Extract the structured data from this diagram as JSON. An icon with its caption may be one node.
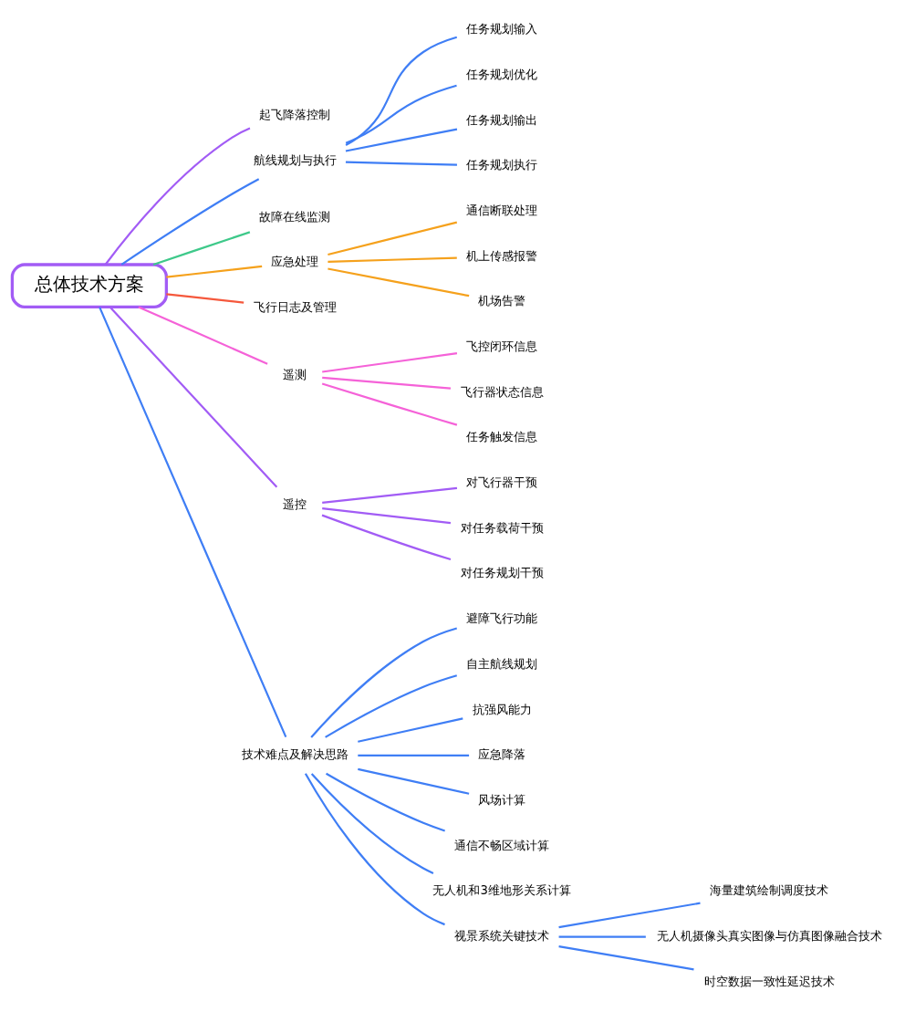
{
  "diagram": {
    "nodes": [
      {
        "text": [
          "总体技术方案"
        ]
      },
      {
        "text": [
          "起飞降落控制"
        ]
      },
      {
        "text": [
          "航线规划与执行"
        ]
      },
      {
        "text": [
          "任务规划输入"
        ]
      },
      {
        "text": [
          "任务规划优化"
        ]
      },
      {
        "text": [
          "任务规划输出"
        ]
      },
      {
        "text": [
          "任务规划执行"
        ]
      },
      {
        "text": [
          "故障在线监测"
        ]
      },
      {
        "text": [
          "应急处理"
        ]
      },
      {
        "text": [
          "通信断联处理"
        ]
      },
      {
        "text": [
          "机上传感报警"
        ]
      },
      {
        "text": [
          "机场告警"
        ]
      },
      {
        "text": [
          "飞行日志及管理"
        ]
      },
      {
        "text": [
          "遥测"
        ]
      },
      {
        "text": [
          "飞控闭环信息"
        ]
      },
      {
        "text": [
          "飞行器状态信息"
        ]
      },
      {
        "text": [
          "任务触发信息"
        ]
      },
      {
        "text": [
          "遥控"
        ]
      },
      {
        "text": [
          "对飞行器干预"
        ]
      },
      {
        "text": [
          "对任务载荷干预"
        ]
      },
      {
        "text": [
          "对任务规划干预"
        ]
      },
      {
        "text": [
          "技术难点及解决思路"
        ]
      },
      {
        "text": [
          "避障飞行功能"
        ]
      },
      {
        "text": [
          "自主航线规划"
        ]
      },
      {
        "text": [
          "抗强风能力"
        ]
      },
      {
        "text": [
          "应急降落"
        ]
      },
      {
        "text": [
          "风场计算"
        ]
      },
      {
        "text": [
          "通信不畅区域计算"
        ]
      },
      {
        "text": [
          "无人机和3维地形关系计算"
        ]
      },
      {
        "text": [
          "视景系统关键技术"
        ]
      },
      {
        "text": [
          "海量建筑绘制调度技术"
        ]
      },
      {
        "text": [
          "无人机摄像头真实图像与仿真图像融合技术"
        ]
      },
      {
        "text": [
          "时空数据一致性延迟技术"
        ]
      }
    ],
    "edges": [
      {
        "from": 0,
        "to": 1,
        "arrow": "none",
        "color": "#a25cf5"
      },
      {
        "from": 0,
        "to": 2,
        "arrow": "none"
      },
      {
        "from": 2,
        "to": 3,
        "arrow": "none"
      },
      {
        "from": 2,
        "to": 4,
        "arrow": "none"
      },
      {
        "from": 2,
        "to": 5,
        "arrow": "none"
      },
      {
        "from": 2,
        "to": 6,
        "arrow": "none"
      },
      {
        "from": 0,
        "to": 7,
        "arrow": "none",
        "color": "#3ec98a"
      },
      {
        "from": 0,
        "to": 8,
        "arrow": "none",
        "color": "#f5a11c"
      },
      {
        "from": 8,
        "to": 9,
        "arrow": "none",
        "color": "#f5a11c"
      },
      {
        "from": 8,
        "to": 10,
        "arrow": "none",
        "color": "#f5a11c"
      },
      {
        "from": 8,
        "to": 11,
        "arrow": "none",
        "color": "#f5a11c"
      },
      {
        "from": 0,
        "to": 12,
        "arrow": "none",
        "color": "#f5583c"
      },
      {
        "from": 0,
        "to": 13,
        "arrow": "none",
        "color": "#f562d8"
      },
      {
        "from": 13,
        "to": 14,
        "arrow": "none",
        "color": "#f562d8"
      },
      {
        "from": 13,
        "to": 15,
        "arrow": "none",
        "color": "#f562d8"
      },
      {
        "from": 13,
        "to": 16,
        "arrow": "none",
        "color": "#f562d8"
      },
      {
        "from": 0,
        "to": 17,
        "arrow": "none",
        "color": "#a25cf5"
      },
      {
        "from": 17,
        "to": 18,
        "arrow": "none",
        "color": "#a25cf5"
      },
      {
        "from": 17,
        "to": 19,
        "arrow": "none",
        "color": "#a25cf5"
      },
      {
        "from": 17,
        "to": 20,
        "arrow": "none",
        "color": "#a25cf5"
      },
      {
        "from": 0,
        "to": 21,
        "arrow": "none"
      },
      {
        "from": 21,
        "to": 22,
        "arrow": "none"
      },
      {
        "from": 21,
        "to": 23,
        "arrow": "none"
      },
      {
        "from": 21,
        "to": 24,
        "arrow": "none"
      },
      {
        "from": 21,
        "to": 25,
        "arrow": "none"
      },
      {
        "from": 21,
        "to": 26,
        "arrow": "none"
      },
      {
        "from": 21,
        "to": 27,
        "arrow": "none"
      },
      {
        "from": 21,
        "to": 28,
        "arrow": "none"
      },
      {
        "from": 21,
        "to": 29,
        "arrow": "none"
      },
      {
        "from": 29,
        "to": 30,
        "arrow": "none"
      },
      {
        "from": 29,
        "to": 31,
        "arrow": "none"
      },
      {
        "from": 29,
        "to": 32,
        "arrow": "none"
      }
    ]
  }
}
